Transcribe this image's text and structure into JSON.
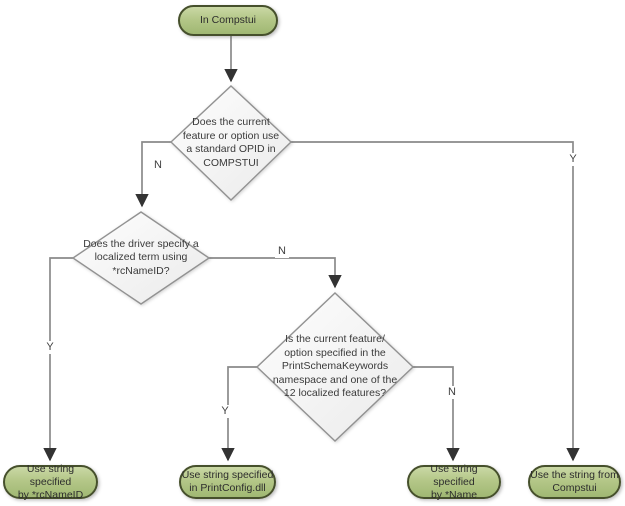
{
  "nodes": {
    "start": {
      "label": "In Compstui"
    },
    "decision1": {
      "label": "Does the current\nfeature or option use\na standard OPID in\nCOMPSTUI"
    },
    "decision2": {
      "label": "Does the driver specify a\nlocalized term using\n*rcNameID?"
    },
    "decision3": {
      "label": "Is the current feature/\noption specified in the\nPrintSchemaKeywords\nnamespace and one of the\n12 localized features?"
    },
    "result_rcnameid": {
      "label": "Use string specified\nby *rcNameID"
    },
    "result_printconfig": {
      "label": "Use string specified\nin PrintConfig.dll"
    },
    "result_name": {
      "label": "Use string specified\nby *Name"
    },
    "result_compstui": {
      "label": "Use the string from\nCompstui"
    }
  },
  "edge_labels": {
    "d1_no": "N",
    "d1_yes": "Y",
    "d2_yes": "Y",
    "d2_no": "N",
    "d3_yes": "Y",
    "d3_no": "N"
  },
  "colors": {
    "terminal_fill_top": "#cad8a5",
    "terminal_fill_bottom": "#a0b873",
    "terminal_border": "#46502c",
    "decision_fill": "#ffffff",
    "decision_border": "#929292",
    "connector": "#8a8a8a",
    "arrowhead": "#333333",
    "text": "#2d2d2d"
  }
}
